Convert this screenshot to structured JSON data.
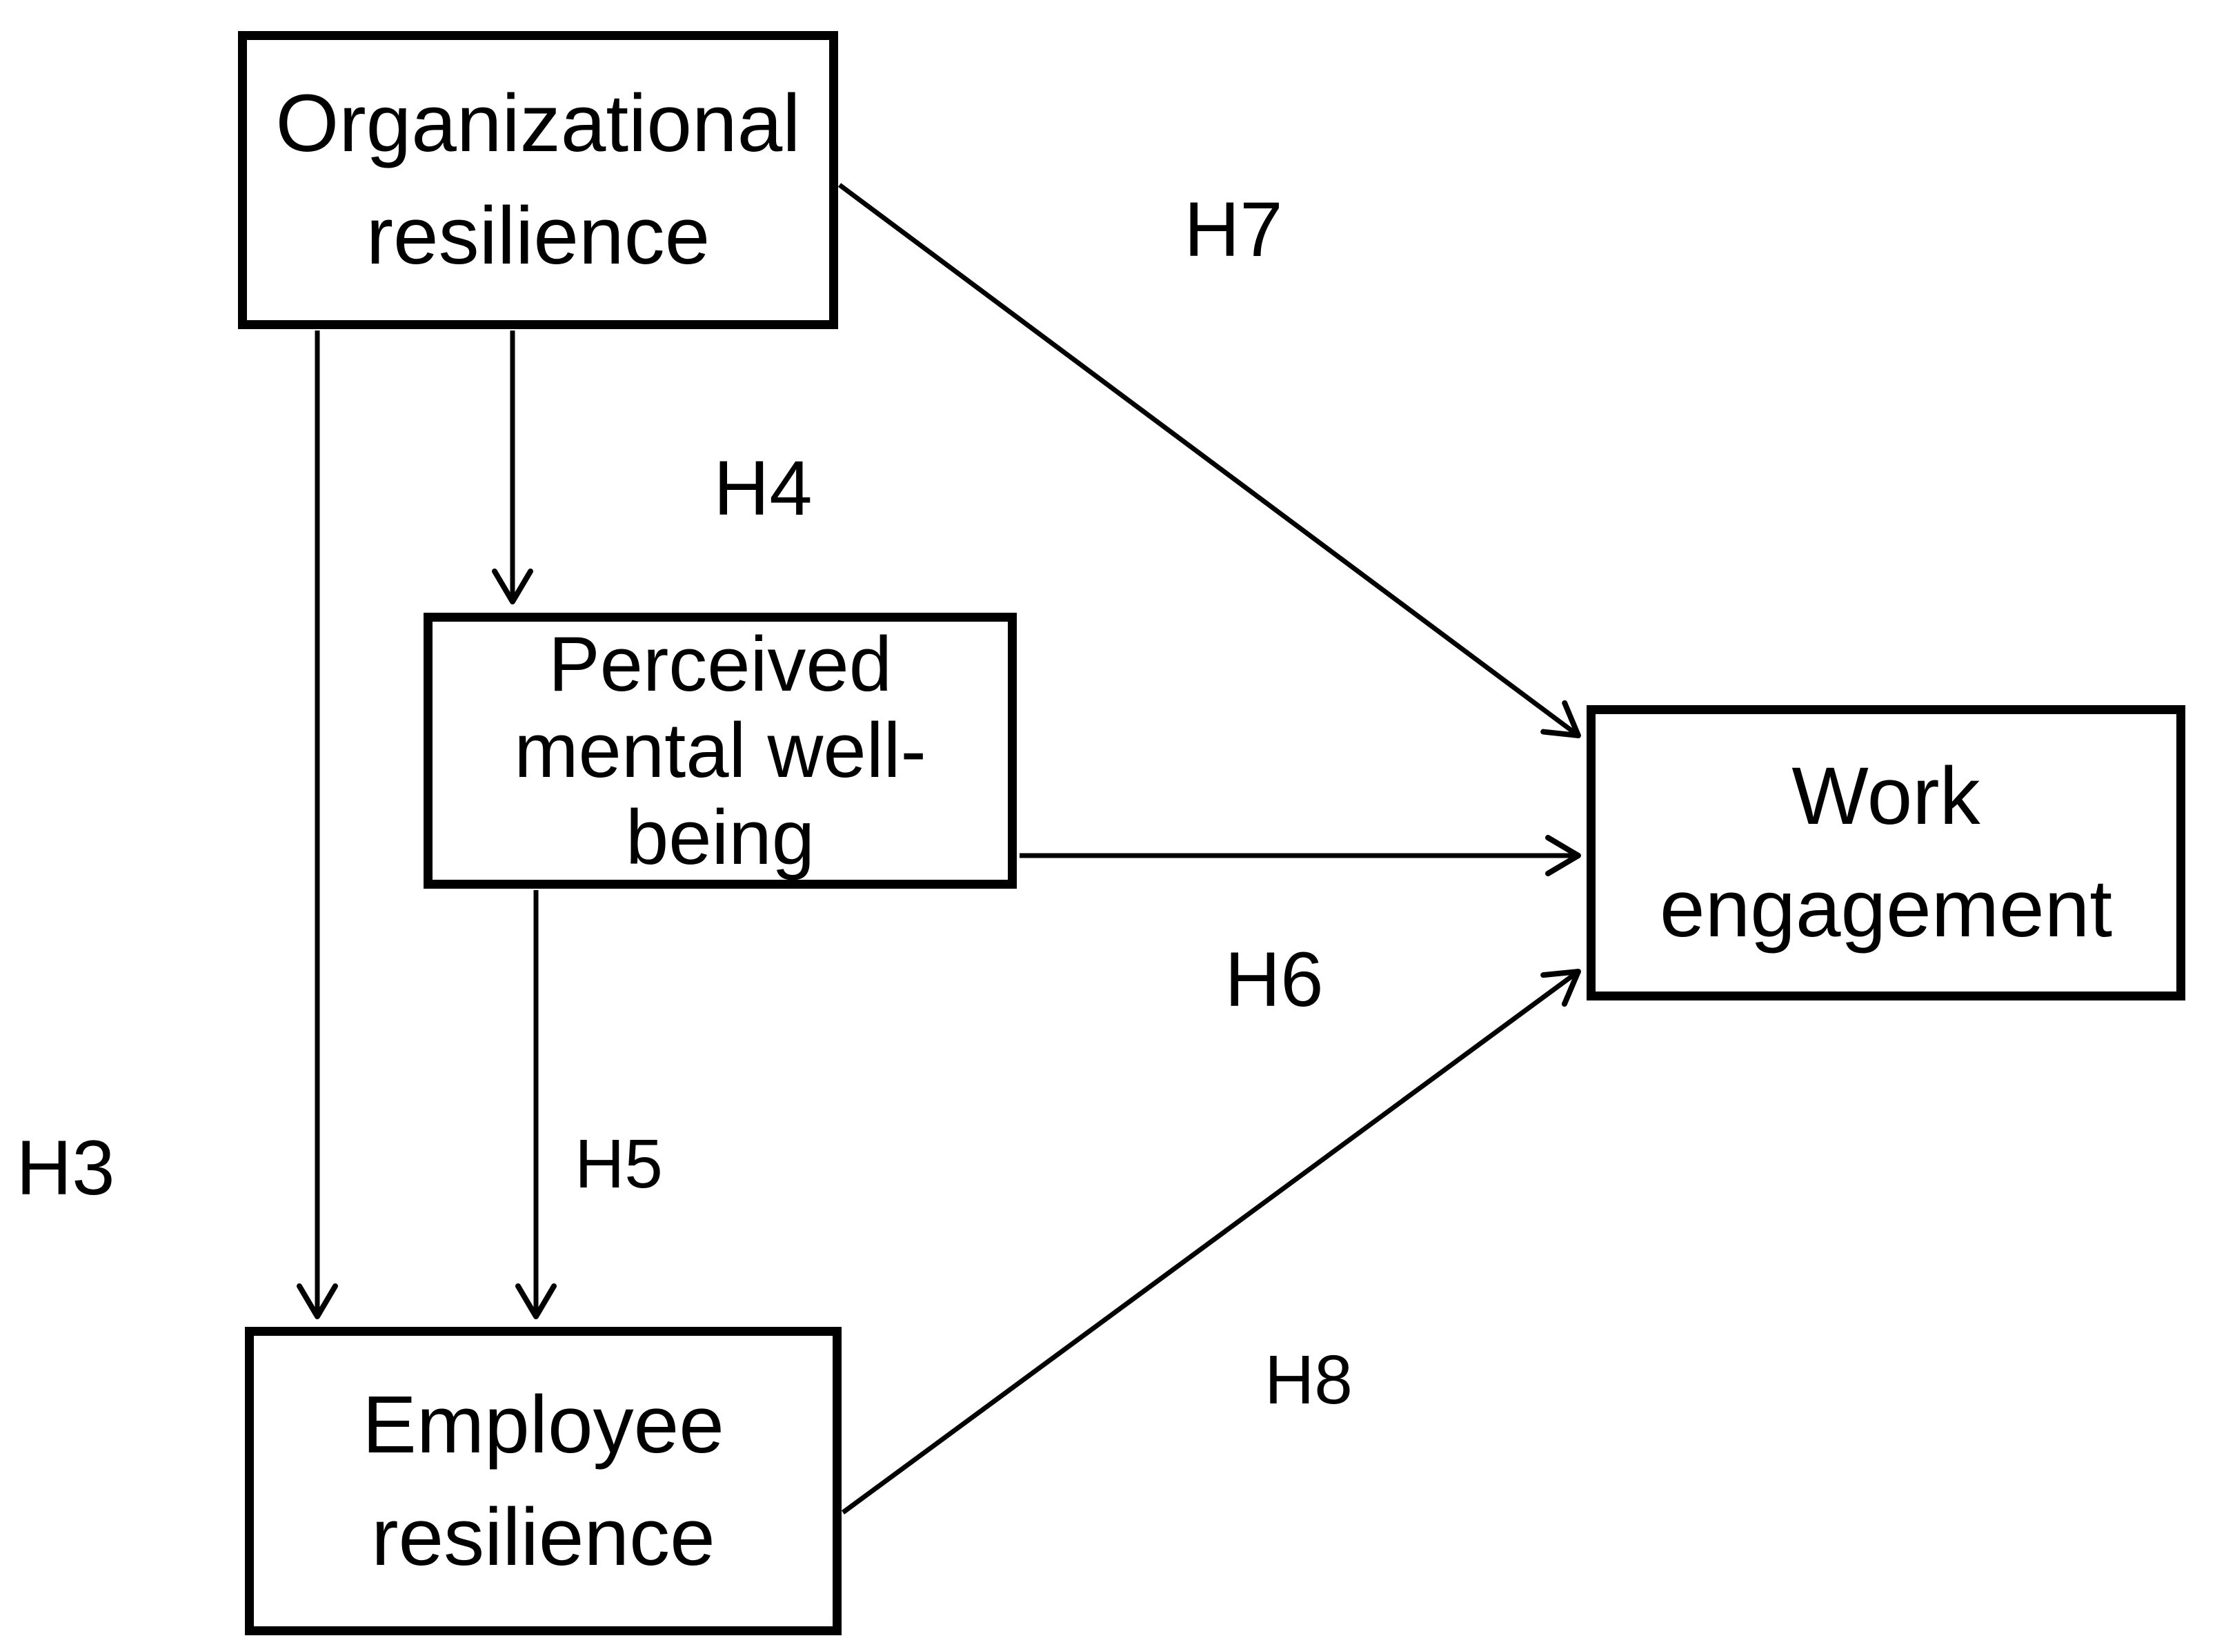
{
  "diagram": {
    "background_color": "#ffffff",
    "ink_color": "#000000",
    "nodes": [
      {
        "id": "organizational-resilience",
        "label": "Organizational resilience",
        "lines": [
          "Organizational",
          "resilience"
        ]
      },
      {
        "id": "perceived-mental-well-being",
        "label": "Perceived mental well-being",
        "lines": [
          "Perceived",
          "mental well-",
          "being"
        ]
      },
      {
        "id": "employee-resilience",
        "label": "Employee resilience",
        "lines": [
          "Employee",
          "resilience"
        ]
      },
      {
        "id": "work-engagement",
        "label": "Work engagement",
        "lines": [
          "Work",
          "engagement"
        ]
      }
    ],
    "edges": [
      {
        "id": "H3",
        "label": "H3",
        "from": "organizational-resilience",
        "to": "employee-resilience"
      },
      {
        "id": "H4",
        "label": "H4",
        "from": "organizational-resilience",
        "to": "perceived-mental-well-being"
      },
      {
        "id": "H5",
        "label": "H5",
        "from": "perceived-mental-well-being",
        "to": "employee-resilience"
      },
      {
        "id": "H6",
        "label": "H6",
        "from": "perceived-mental-well-being",
        "to": "work-engagement"
      },
      {
        "id": "H7",
        "label": "H7",
        "from": "organizational-resilience",
        "to": "work-engagement"
      },
      {
        "id": "H8",
        "label": "H8",
        "from": "employee-resilience",
        "to": "work-engagement"
      }
    ]
  }
}
